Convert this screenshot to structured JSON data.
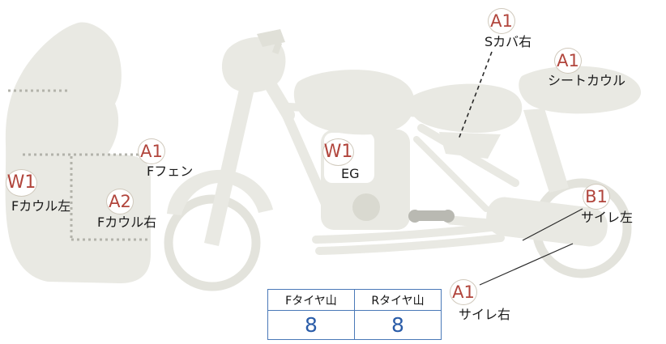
{
  "diagram": {
    "labels": [
      {
        "id": "f-cowl-left",
        "code": "W1",
        "part": "Fカウル左"
      },
      {
        "id": "f-cowl-right",
        "code": "A2",
        "part": "Fカウル右"
      },
      {
        "id": "f-fender",
        "code": "A1",
        "part": "Fフェン"
      },
      {
        "id": "engine",
        "code": "W1",
        "part": "EG"
      },
      {
        "id": "s-cover-right",
        "code": "A1",
        "part": "Sカバ右"
      },
      {
        "id": "seat-cowl",
        "code": "A1",
        "part": "シートカウル"
      },
      {
        "id": "silencer-left",
        "code": "B1",
        "part": "サイレ左"
      },
      {
        "id": "silencer-right",
        "code": "A1",
        "part": "サイレ右"
      }
    ]
  },
  "tire_table": {
    "headers": [
      "Fタイヤ山",
      "Rタイヤ山"
    ],
    "values": [
      "8",
      "8"
    ]
  },
  "colors": {
    "grade_text": "#b1453c",
    "badge_border": "#d0c9bc",
    "table_border": "#4a79b8",
    "tire_value_text": "#2a5ca8",
    "bike_fill": "#e9e9e3"
  }
}
